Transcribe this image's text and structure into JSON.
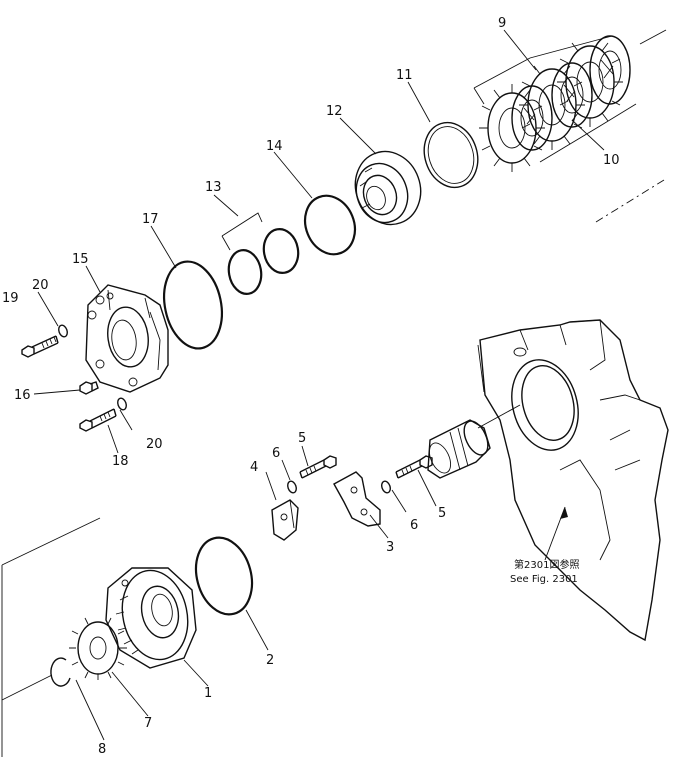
{
  "diagram": {
    "callouts": {
      "c1": "1",
      "c2": "2",
      "c3": "3",
      "c4": "4",
      "c5a": "5",
      "c5b": "5",
      "c6a": "6",
      "c6b": "6",
      "c7": "7",
      "c8": "8",
      "c9": "9",
      "c10": "10",
      "c11": "11",
      "c12": "12",
      "c13": "13",
      "c14": "14",
      "c15": "15",
      "c16": "16",
      "c17": "17",
      "c18": "18",
      "c19": "19",
      "c20a": "20",
      "c20b": "20"
    },
    "reference_note": {
      "jp": "第2301図参照",
      "en": "See Fig. 2301"
    }
  }
}
